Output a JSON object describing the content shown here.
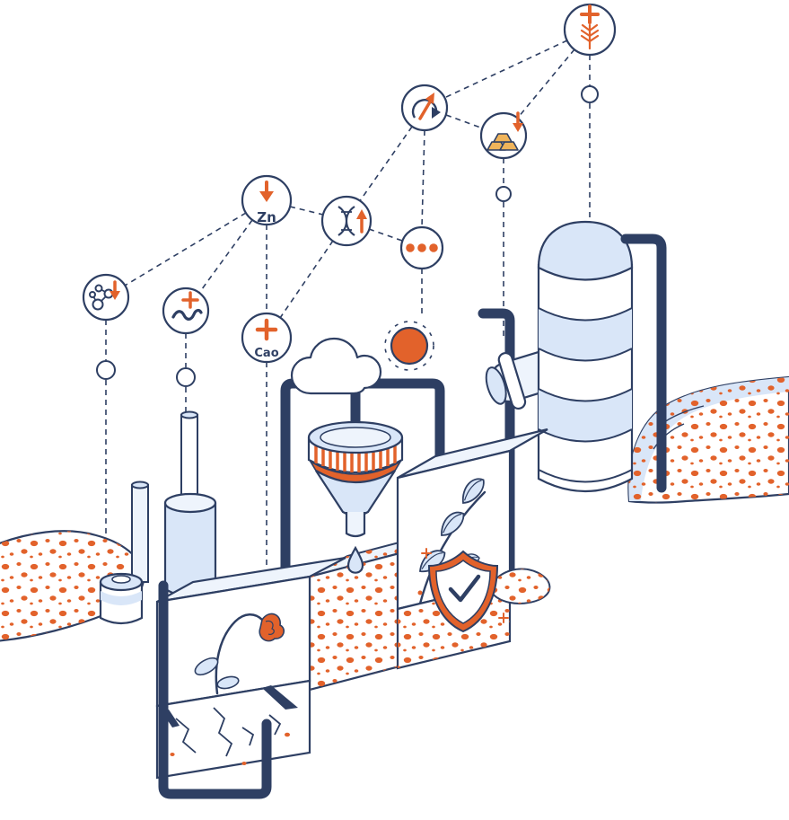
{
  "meta": {
    "title": "Soil nutrients and fertilizer production isometric illustration",
    "style": "isometric outline illustration"
  },
  "palette": {
    "navy": "#2e3f63",
    "orange": "#e2622b",
    "light_blue": "#d9e6f8",
    "pale_blue": "#eef4fc",
    "gold": "#f0b45a",
    "white": "#ffffff"
  },
  "nodes": {
    "grain": {
      "icon": "wheat-plus-icon"
    },
    "recycle": {
      "icon": "recycle-up-arrow-icon"
    },
    "gold": {
      "icon": "gold-bars-down-arrow-icon"
    },
    "zinc": {
      "icon": "down-arrow-icon",
      "label": "Zn"
    },
    "dna": {
      "icon": "dna-up-arrow-icon"
    },
    "more": {
      "icon": "ellipsis-icon"
    },
    "molecule": {
      "icon": "molecule-down-arrow-icon"
    },
    "worm": {
      "icon": "worm-plus-icon"
    },
    "cao": {
      "icon": "plus-icon",
      "label": "Cao"
    }
  },
  "connections": [
    "grain-recycle",
    "grain-gold",
    "grain-tower",
    "recycle-gold",
    "recycle-dna",
    "recycle-more",
    "gold-duct",
    "zinc-dna",
    "zinc-molecule",
    "zinc-worm",
    "zinc-cao",
    "dna-cao",
    "dna-more",
    "more-sun",
    "cao-soil",
    "molecule-soil",
    "worm-soil"
  ],
  "scene": [
    "soil-mound-right",
    "storage-tower",
    "tower-duct",
    "pipe-right",
    "pipe-mid",
    "pipe-top",
    "pipe-loop",
    "cloud",
    "sun",
    "left-soil-strip",
    "canister",
    "chimney-small",
    "chimney-large",
    "flower-block",
    "cracked-soil-block",
    "soil-block-center",
    "funnel-hopper",
    "water-drop",
    "leaf-block",
    "shield-check",
    "soil-patch-right"
  ]
}
